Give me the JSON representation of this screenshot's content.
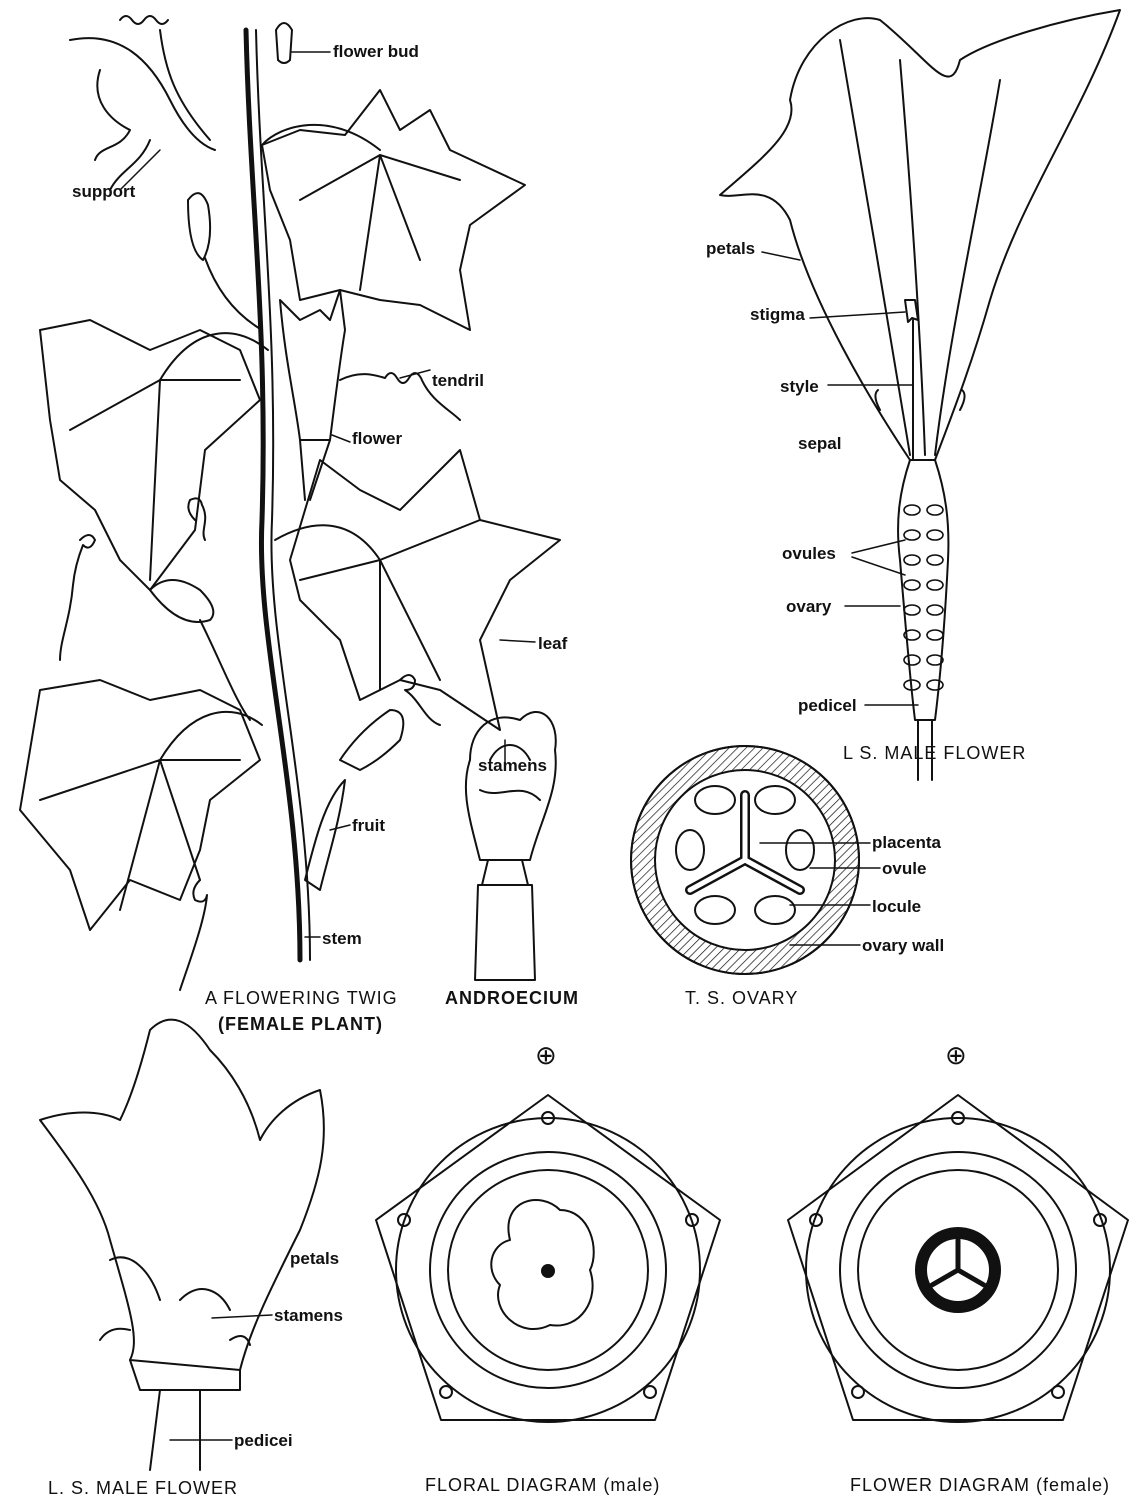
{
  "labels": {
    "flower_bud": "flower bud",
    "support": "support",
    "tendril": "tendril",
    "flower": "flower",
    "leaf": "leaf",
    "fruit": "fruit",
    "stem": "stem",
    "stamens_androecium": "stamens",
    "petals_ls": "petals",
    "stigma": "stigma",
    "style": "style",
    "sepal": "sepal",
    "ovules": "ovules",
    "ovary": "ovary",
    "pedicel_ls": "pedicel",
    "placenta": "placenta",
    "ovule": "ovule",
    "locule": "locule",
    "ovary_wall": "ovary wall",
    "petals_male": "petals",
    "stamens_male": "stamens",
    "pedicel_male": "pedicei"
  },
  "captions": {
    "twig_line1": "A FLOWERING TWIG",
    "twig_line2": "(FEMALE PLANT)",
    "androecium": "ANDROECIUM",
    "ls_male_top": "L S. MALE FLOWER",
    "ts_ovary": "T. S. OVARY",
    "ls_male_bottom": "L. S. MALE FLOWER",
    "floral_male": "FLORAL DIAGRAM (male)",
    "flower_female": "FLOWER DIAGRAM (female)"
  },
  "symbols": {
    "actinomorphic": "⊕"
  },
  "colors": {
    "ink": "#111111",
    "paper": "#ffffff"
  }
}
